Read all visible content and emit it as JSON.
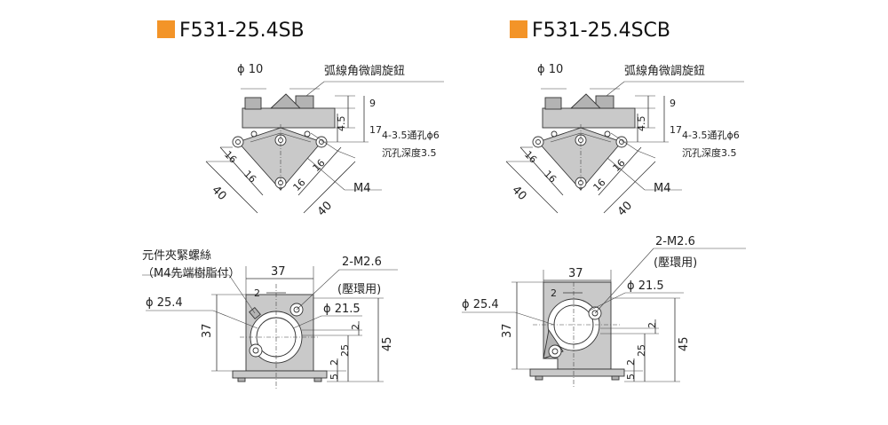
{
  "colors": {
    "marker": "#f39428",
    "part": "#c9c9c9",
    "line": "#333333"
  },
  "models": [
    {
      "title": "F531-25.4SB",
      "top_view": {
        "phi_top": "ϕ 10",
        "knob_label": "弧線角微調旋鈕",
        "dim_9": "9",
        "dim_17": "17",
        "dim_45": "4.5",
        "hole_note_1": "4-3.5通孔ϕ6",
        "hole_note_2": "沉孔深度3.5",
        "dim_16": "16",
        "dim_40": "40",
        "m4": "M4"
      },
      "front_view": {
        "clamp_note_1": "元件夾緊螺絲",
        "clamp_note_2": "（M4先端樹脂付）",
        "dim_37_top": "37",
        "m26_1": "2-M2.6",
        "m26_2": "(壓環用)",
        "dim_2_top": "2",
        "phi_254": "ϕ 25.4",
        "phi_215": "ϕ 21.5",
        "dim_37_side": "37",
        "dim_2_side": "2",
        "dim_25": "25",
        "dim_45": "45",
        "dim_2_bottom": "2",
        "dim_5": "5"
      }
    },
    {
      "title": "F531-25.4SCB",
      "top_view": {
        "phi_top": "ϕ 10",
        "knob_label": "弧線角微調旋鈕",
        "dim_9": "9",
        "dim_17": "17",
        "dim_45": "4.5",
        "hole_note_1": "4-3.5通孔ϕ6",
        "hole_note_2": "沉孔深度3.5",
        "dim_16": "16",
        "dim_40": "40",
        "m4": "M4"
      },
      "front_view": {
        "m26_1": "2-M2.6",
        "m26_2": "(壓環用)",
        "dim_37_top": "37",
        "phi_215": "ϕ 21.5",
        "dim_2_top": "2",
        "phi_254": "ϕ 25.4",
        "dim_37_side": "37",
        "dim_2_side": "2",
        "dim_25": "25",
        "dim_45": "45",
        "dim_2_bottom": "2",
        "dim_5": "5"
      }
    }
  ]
}
